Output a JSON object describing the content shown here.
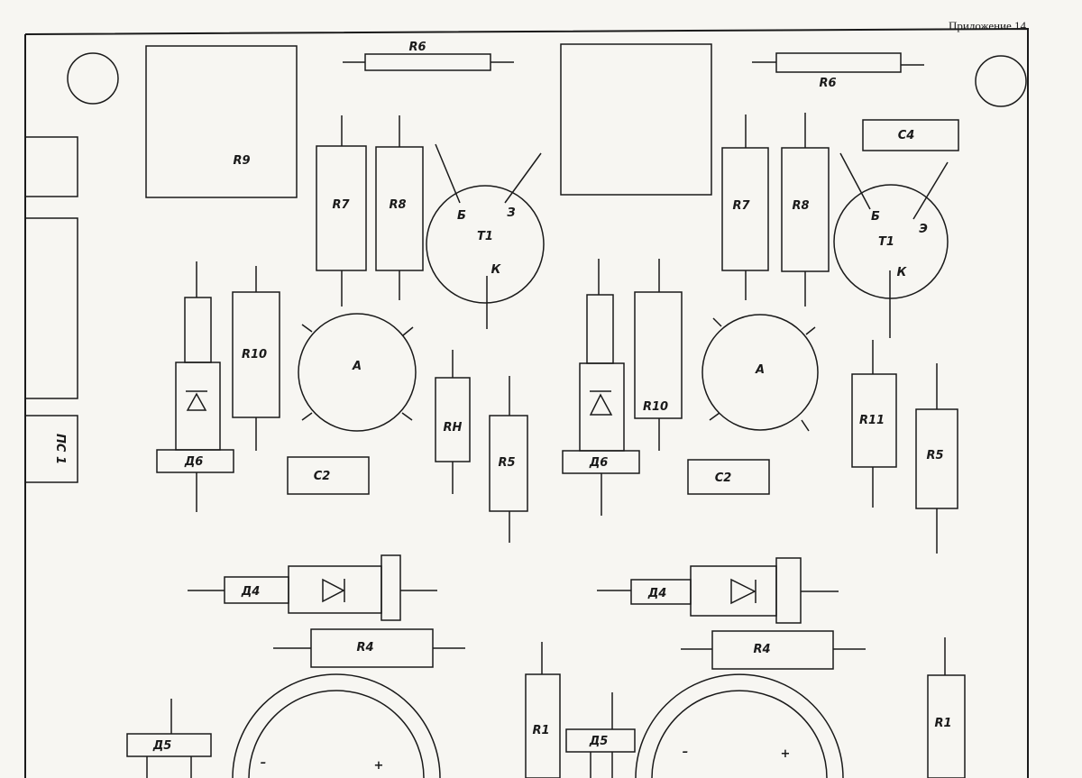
{
  "header": {
    "appendix": "Приложение 14"
  },
  "connector_label": "ПС 1",
  "left_half": {
    "R6": "R6",
    "R9": "R9",
    "R7": "R7",
    "R8": "R8",
    "R10": "R10",
    "R11": "RН",
    "R5": "R5",
    "R4": "R4",
    "R1": "R1",
    "C2": "C2",
    "T1": "Т1",
    "T1_base": "Б",
    "T1_emitter": "З",
    "T1_collector": "К",
    "A": "А",
    "D6": "Д6",
    "D4": "Д4",
    "D5": "Д5",
    "minus": "–",
    "plus": "+"
  },
  "right_half": {
    "R6": "R6",
    "R7": "R7",
    "R8": "R8",
    "R10": "R10",
    "R11": "R11",
    "R5": "R5",
    "R4": "R4",
    "R1": "R1",
    "C2": "C2",
    "C4": "C4",
    "T1": "Т1",
    "T1_base": "Б",
    "T1_emitter": "Э",
    "T1_collector": "К",
    "A": "А",
    "D6": "Д6",
    "D4": "Д4",
    "D5": "Д5",
    "minus": "–",
    "plus": "+"
  }
}
